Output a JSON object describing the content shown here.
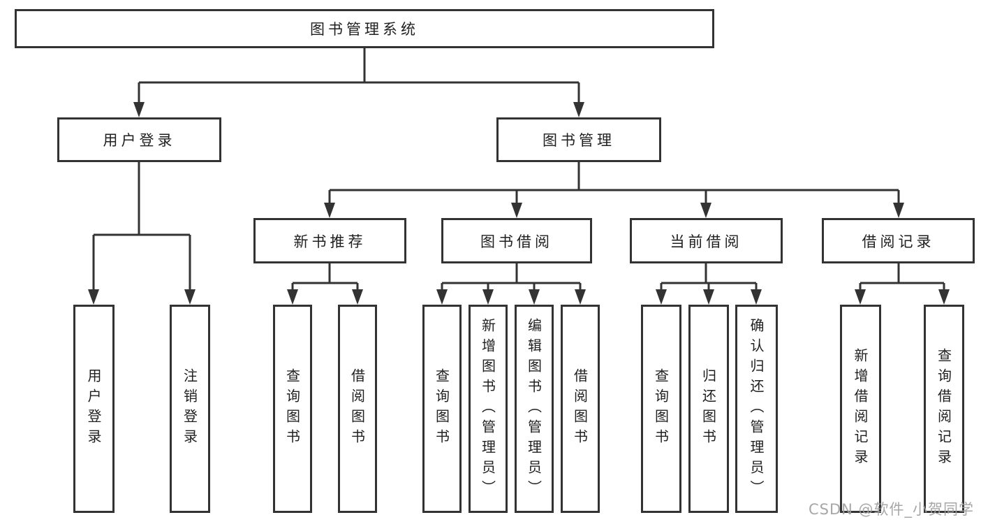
{
  "colors": {
    "line": "#333333",
    "box_border": "#333333",
    "box_fill": "#ffffff",
    "text": "#1f1f1f",
    "watermark": "#a0a0a0"
  },
  "watermark": "CSDN @软件_小贺同学",
  "tree": {
    "label": "图书管理系统",
    "children": [
      {
        "label": "用户登录",
        "children": [
          {
            "label": "用户登录"
          },
          {
            "label": "注销登录"
          }
        ]
      },
      {
        "label": "图书管理",
        "children": [
          {
            "label": "新书推荐",
            "children": [
              {
                "label": "查询图书"
              },
              {
                "label": "借阅图书"
              }
            ]
          },
          {
            "label": "图书借阅",
            "children": [
              {
                "label": "查询图书"
              },
              {
                "label": "新增图书（管理员）"
              },
              {
                "label": "编辑图书（管理员）"
              },
              {
                "label": "借阅图书"
              }
            ]
          },
          {
            "label": "当前借阅",
            "children": [
              {
                "label": "查询图书"
              },
              {
                "label": "归还图书"
              },
              {
                "label": "确认归还（管理员）"
              }
            ]
          },
          {
            "label": "借阅记录",
            "children": [
              {
                "label": "新增借阅记录"
              },
              {
                "label": "查询借阅记录"
              }
            ]
          }
        ]
      }
    ]
  }
}
